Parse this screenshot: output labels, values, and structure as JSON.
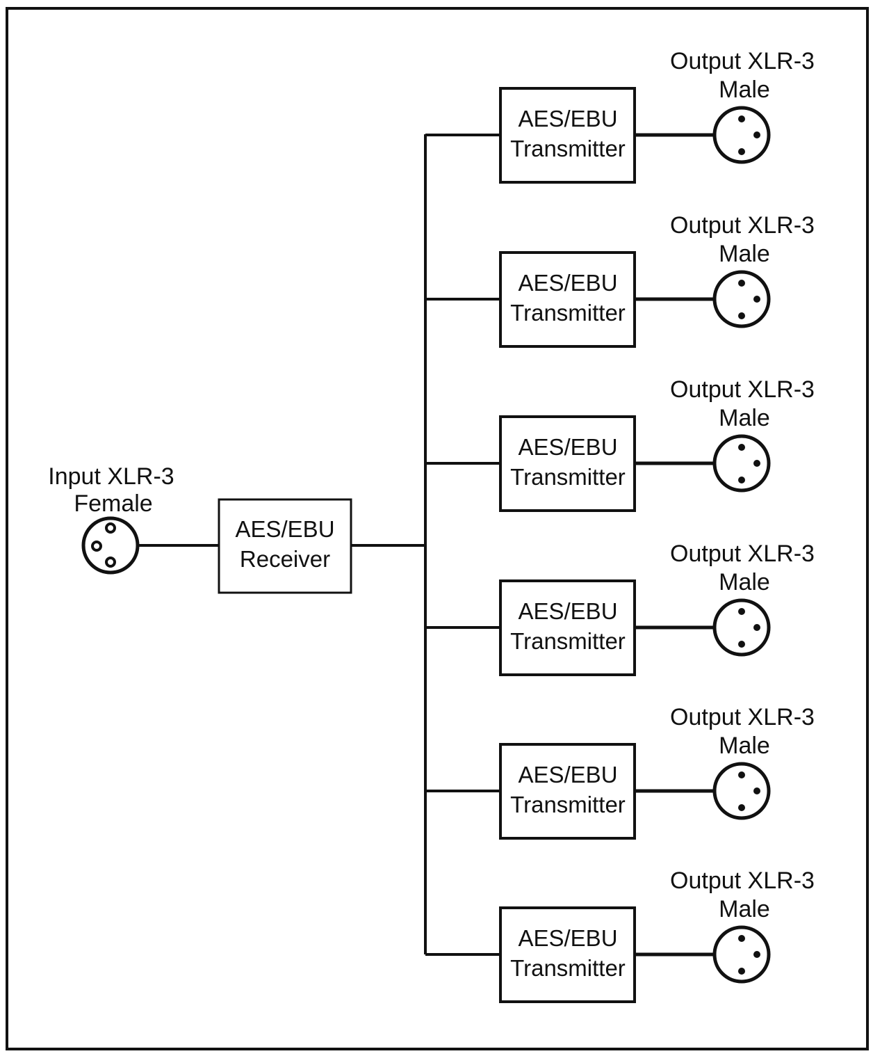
{
  "diagram": {
    "input_connector": {
      "label_line1": "Input XLR-3",
      "label_line2": "Female",
      "icon": "xlr-3-female-connector-icon"
    },
    "receiver": {
      "line1": "AES/EBU",
      "line2": "Receiver"
    },
    "outputs": [
      {
        "tx_line1": "AES/EBU",
        "tx_line2": "Transmitter",
        "label_line1": "Output XLR-3",
        "label_line2": "Male",
        "icon": "xlr-3-male-connector-icon"
      },
      {
        "tx_line1": "AES/EBU",
        "tx_line2": "Transmitter",
        "label_line1": "Output XLR-3",
        "label_line2": "Male",
        "icon": "xlr-3-male-connector-icon"
      },
      {
        "tx_line1": "AES/EBU",
        "tx_line2": "Transmitter",
        "label_line1": "Output XLR-3",
        "label_line2": "Male",
        "icon": "xlr-3-male-connector-icon"
      },
      {
        "tx_line1": "AES/EBU",
        "tx_line2": "Transmitter",
        "label_line1": "Output XLR-3",
        "label_line2": "Male",
        "icon": "xlr-3-male-connector-icon"
      },
      {
        "tx_line1": "AES/EBU",
        "tx_line2": "Transmitter",
        "label_line1": "Output XLR-3",
        "label_line2": "Male",
        "icon": "xlr-3-male-connector-icon"
      },
      {
        "tx_line1": "AES/EBU",
        "tx_line2": "Transmitter",
        "label_line1": "Output XLR-3",
        "label_line2": "Male",
        "icon": "xlr-3-male-connector-icon"
      }
    ],
    "colors": {
      "stroke": "#111111",
      "background": "#ffffff"
    }
  }
}
